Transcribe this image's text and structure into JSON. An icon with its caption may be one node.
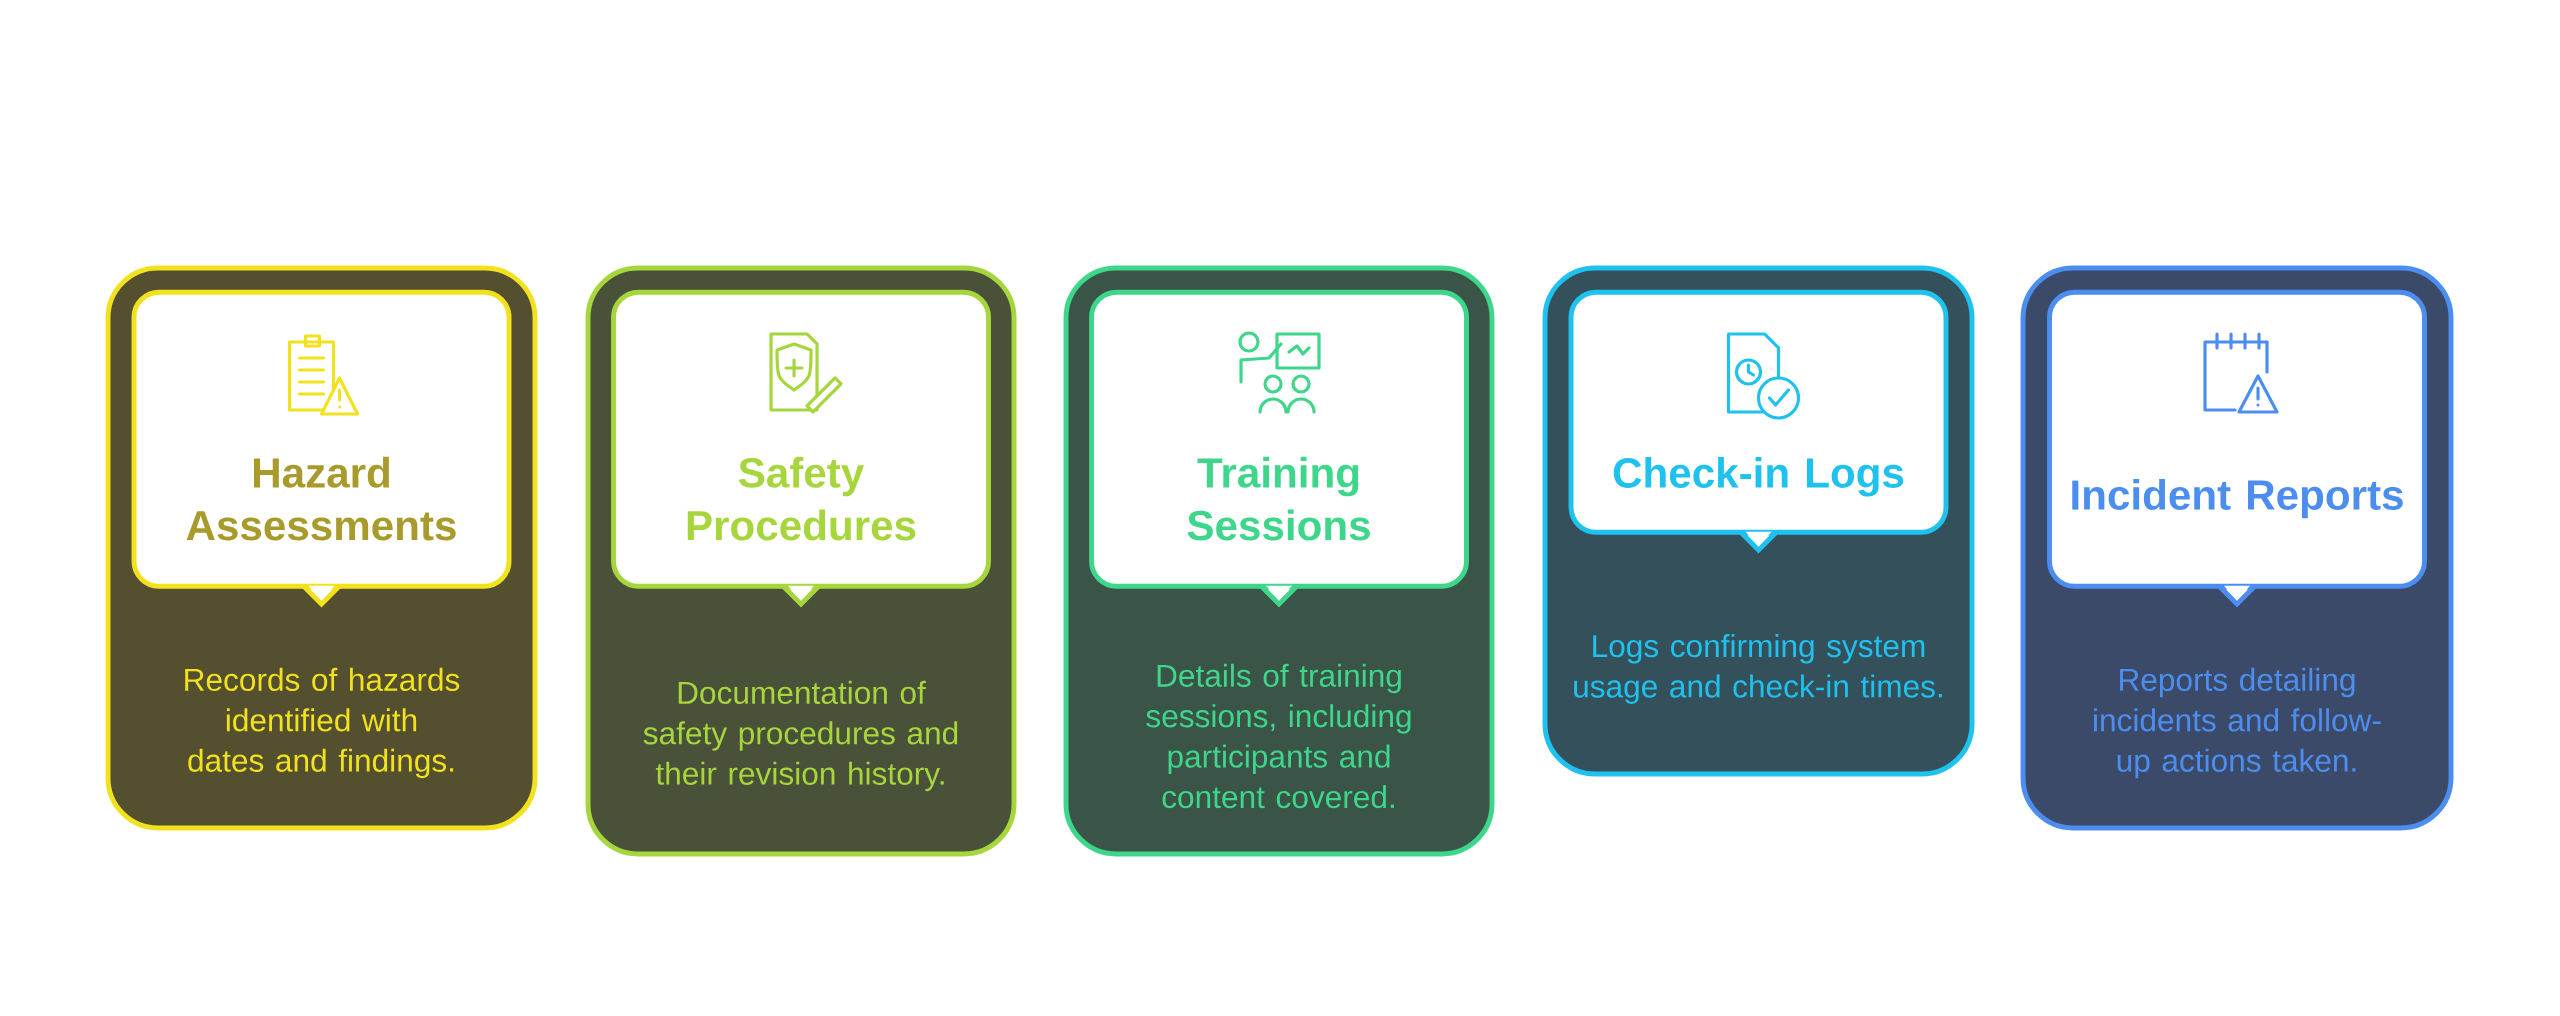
{
  "diagram": {
    "nodes": [
      {
        "text": [
          "Records of hazards identified with dates and findings."
        ]
      },
      {
        "text": [
          "Hazard Assessments"
        ],
        "in": 0
      },
      {
        "text": [
          "Documentation of safety procedures and their revision history."
        ]
      },
      {
        "text": [
          "Safety Procedures"
        ],
        "in": 2
      },
      {
        "text": [
          "Details of training sessions, including participants and content covered."
        ]
      },
      {
        "text": [
          "Training Sessions"
        ],
        "in": 4
      },
      {
        "text": [
          "Logs confirming system usage and check-in times."
        ]
      },
      {
        "text": [
          "Check-in Logs"
        ],
        "in": 6
      },
      {
        "text": [
          "Reports detailing incidents and follow-up actions taken."
        ]
      },
      {
        "text": [
          "Incident Reports"
        ],
        "in": 8
      }
    ]
  }
}
